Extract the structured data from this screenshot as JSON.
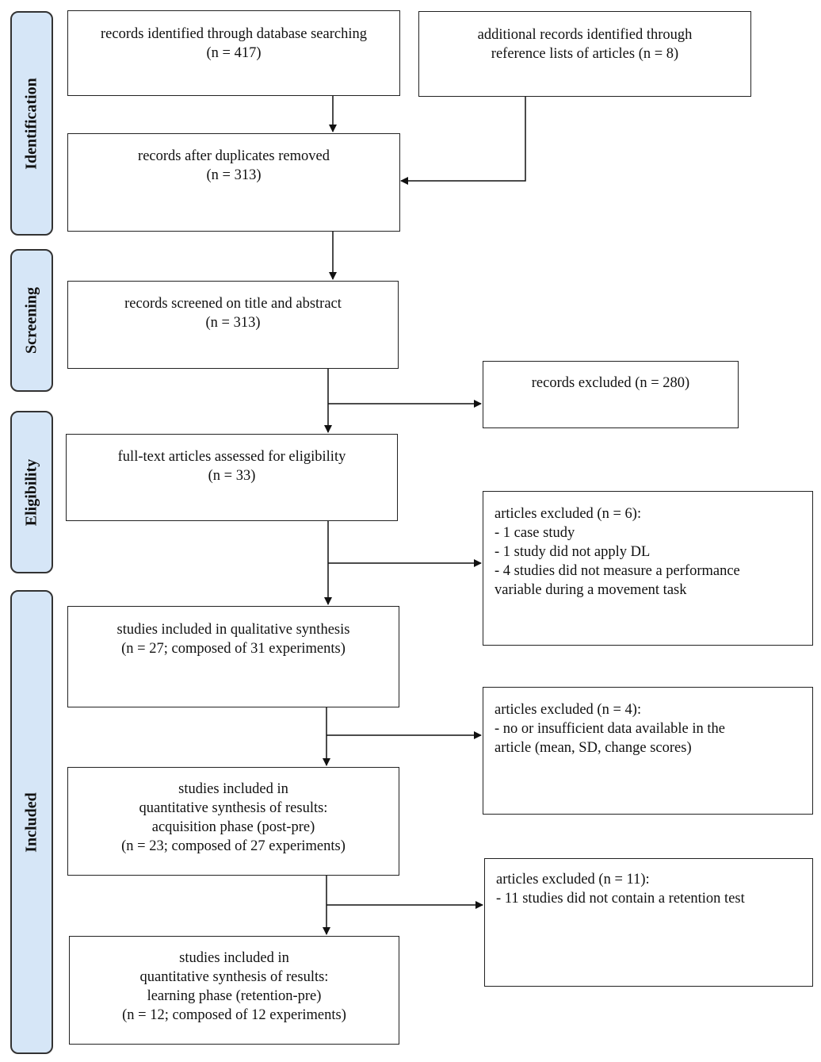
{
  "phases": {
    "identification": "Identification",
    "screening": "Screening",
    "eligibility": "Eligibility",
    "included": "Included"
  },
  "boxes": {
    "database_search": [
      "records identified through database searching",
      "(n = 417)"
    ],
    "reference_lists": [
      "additional records identified through",
      "reference lists of articles (n = 8)"
    ],
    "duplicates_removed": [
      "records after duplicates removed",
      "(n = 313)"
    ],
    "screened": [
      "records screened on title and abstract",
      "(n = 313)"
    ],
    "records_excluded": [
      "records excluded (n = 280)"
    ],
    "full_text": [
      "full-text articles assessed for eligibility",
      "(n = 33)"
    ],
    "articles_excluded_6": [
      "articles excluded (n = 6):",
      "- 1 case study",
      "- 1 study did not apply DL",
      "- 4 studies did not measure a performance",
      "variable during a movement task"
    ],
    "qualitative": [
      "studies included in qualitative synthesis",
      "(n = 27; composed of 31 experiments)"
    ],
    "articles_excluded_4": [
      "articles excluded (n = 4):",
      "- no or insufficient data available in the",
      "article (mean, SD, change scores)"
    ],
    "acquisition": [
      "studies included in",
      "quantitative synthesis of results:",
      "acquisition phase (post-pre)",
      "(n = 23; composed of 27 experiments)"
    ],
    "articles_excluded_11": [
      "articles excluded (n = 11):",
      "- 11 studies did not contain a retention test"
    ],
    "learning": [
      "studies included in",
      "quantitative synthesis of results:",
      "learning phase (retention-pre)",
      "(n = 12; composed of 12 experiments)"
    ]
  }
}
